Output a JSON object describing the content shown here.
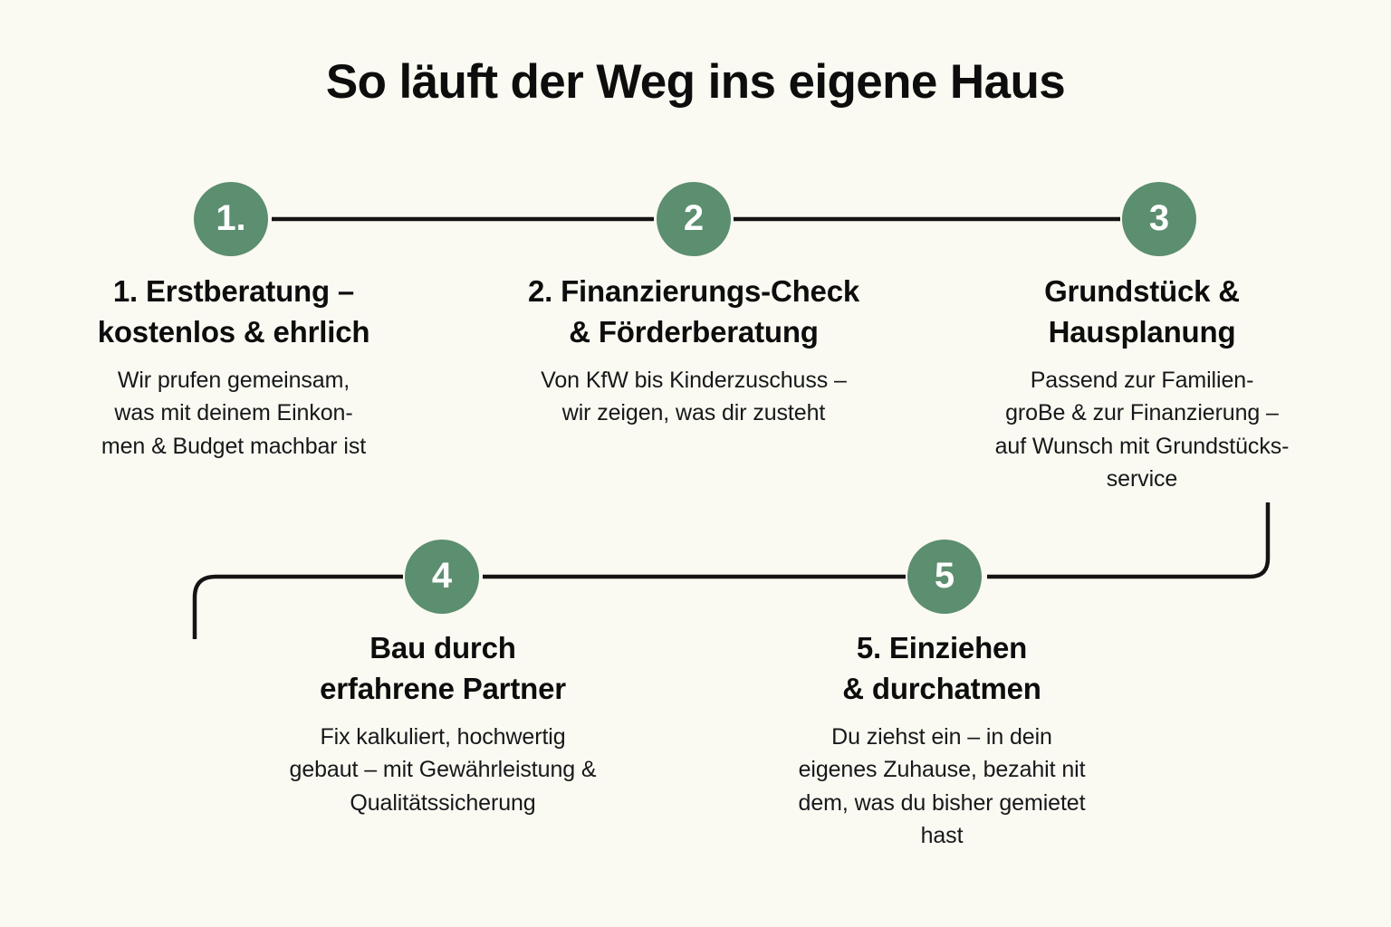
{
  "page": {
    "title": "So läuft der Weg ins eigene Haus",
    "background_color": "#fbfaf2",
    "accent_color": "#5c8e70",
    "line_color": "#141414",
    "text_color": "#0d0d0d"
  },
  "steps": [
    {
      "badge": "1.",
      "heading": "1. Erstberatung –\nkostenlos & ehrlich",
      "body": "Wir prufen gemeinsam,\nwas mit deinem Einkon-\nmen & Budget machbar ist"
    },
    {
      "badge": "2",
      "heading": "2. Finanzierungs-Check\n& Förderberatung",
      "body": "Von KfW bis Kinderzuschuss –\nwir zeigen, was dir zusteht"
    },
    {
      "badge": "3",
      "heading": "Grundstück &\nHausplanung",
      "body": "Passend zur Familien-\ngroBe & zur Finanzierung –\nauf Wunsch mit Grundstücks-\nservice"
    },
    {
      "badge": "4",
      "heading": "Bau durch\nerfahrene Partner",
      "body": "Fix kalkuliert, hochwertig\ngebaut – mit Gewährleistung &\nQualitätssicherung"
    },
    {
      "badge": "5",
      "heading": "5. Einziehen\n& durchatmen",
      "body": "Du ziehst ein – in dein\neigenes Zuhause, bezahit nit\ndem, was du bisher gemietet\nhast"
    }
  ]
}
